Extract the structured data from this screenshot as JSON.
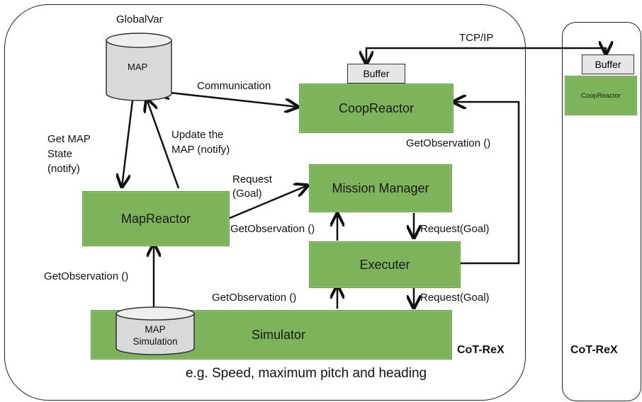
{
  "colors": {
    "node_fill": "#7db35a",
    "cylinder_fill": "#d9d9d9",
    "line": "#111111"
  },
  "global_var": {
    "title": "GlobalVar",
    "map_label": "MAP"
  },
  "nodes": {
    "coop_reactor": "CoopReactor",
    "mission_manager": "Mission Manager",
    "map_reactor": "MapReactor",
    "executer": "Executer",
    "simulator": "Simulator",
    "map_simulation": "MAP\nSimulation"
  },
  "buffer_label": "Buffer",
  "edge_labels": {
    "tcp_ip": "TCP/IP",
    "communication": "Communication",
    "get_map_state": "Get MAP\nState\n(notify)",
    "update_map": "Update the\nMAP (notify)",
    "getobs_coop": "GetObservation ()",
    "request_goal_mm": "Request\n(Goal)",
    "getobs_mm": "GetObservation ()",
    "request_goal_exec": "Request(Goal)",
    "getobs_mapreactor": "GetObservation ()",
    "getobs_exec": "GetObservation ()",
    "request_goal_sim": "Request(Goal)"
  },
  "main_panel": {
    "title": "CoT-ReX",
    "caption": "e.g. Speed, maximum pitch and heading"
  },
  "remote_panel": {
    "title": "CoT-ReX",
    "coop_label": "CoopReactor"
  }
}
